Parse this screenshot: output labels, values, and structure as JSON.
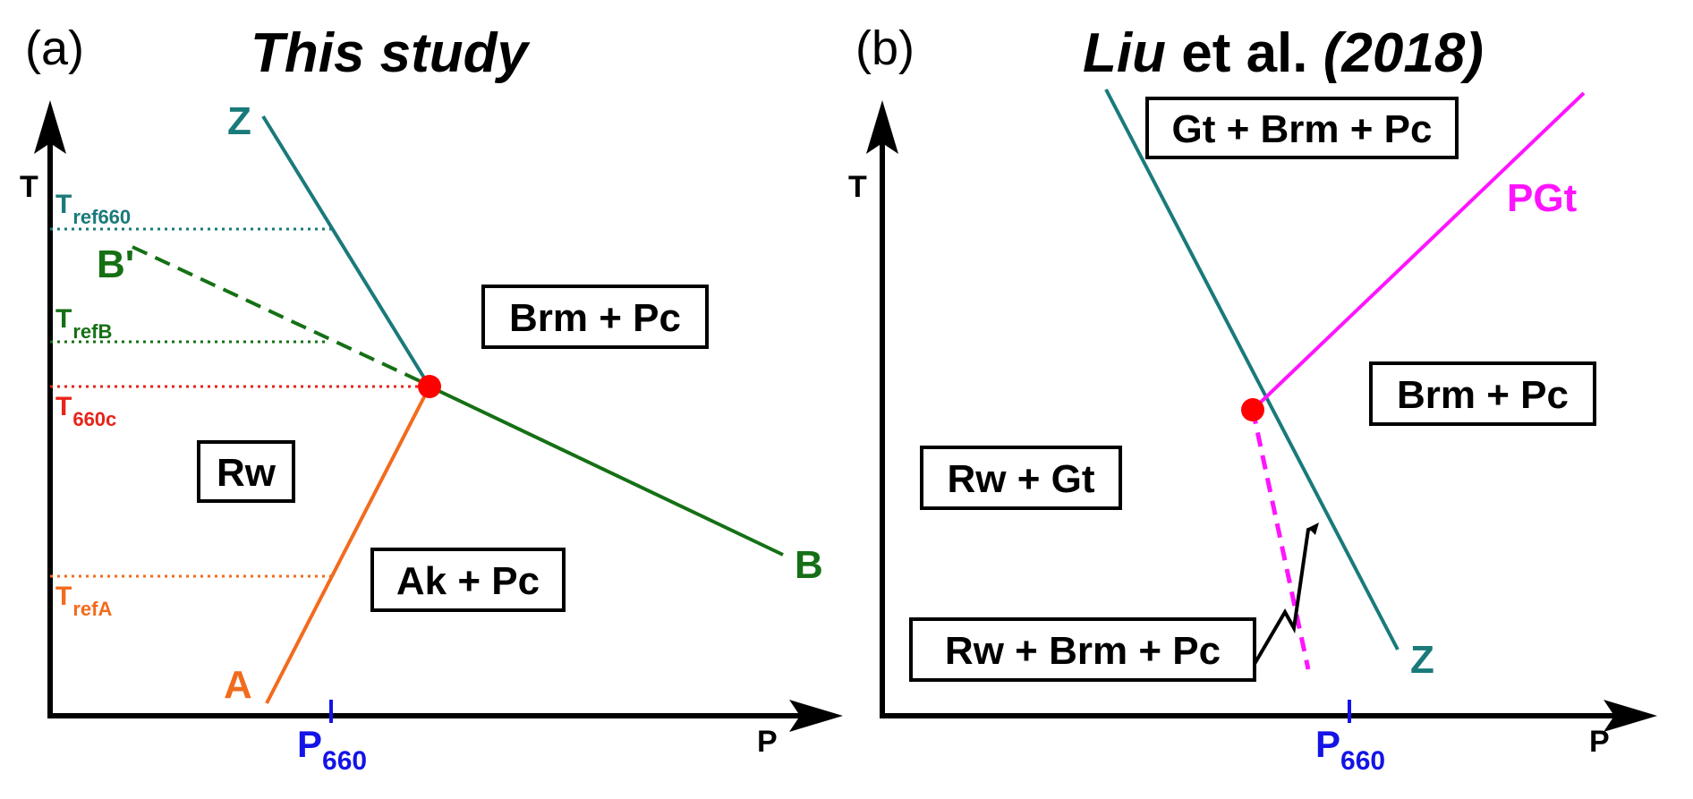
{
  "colors": {
    "Z": "#1a7a7a",
    "B": "#157015",
    "A": "#f26b1d",
    "T660c": "#e8231a",
    "P660": "#1414e6",
    "PGt": "#ff14ff",
    "triple_point": "#ff0000"
  },
  "panel_a": {
    "label": "(a)",
    "title": "This study",
    "axis_y": "T",
    "axis_x": "P",
    "lines": {
      "Z": "Z",
      "B": "B",
      "B_prime": "B'",
      "A": "A"
    },
    "tref660": {
      "main": "T",
      "sub": "ref660"
    },
    "trefB": {
      "main": "T",
      "sub": "refB"
    },
    "t660c": {
      "main": "T",
      "sub": "660c"
    },
    "trefA": {
      "main": "T",
      "sub": "refA"
    },
    "p660": {
      "main": "P",
      "sub": "660"
    },
    "fields": {
      "brm_pc": "Brm + Pc",
      "rw": "Rw",
      "ak_pc": "Ak + Pc"
    }
  },
  "panel_b": {
    "label": "(b)",
    "title_author": "Liu",
    "title_rest": " et al. ",
    "title_year": "(2018)",
    "axis_y": "T",
    "axis_x": "P",
    "lines": {
      "Z": "Z",
      "PGt": "PGt"
    },
    "p660": {
      "main": "P",
      "sub": "660"
    },
    "fields": {
      "gt_brm_pc": "Gt + Brm + Pc",
      "brm_pc": "Brm + Pc",
      "rw_gt": "Rw + Gt",
      "rw_brm_pc": "Rw + Brm + Pc"
    }
  }
}
